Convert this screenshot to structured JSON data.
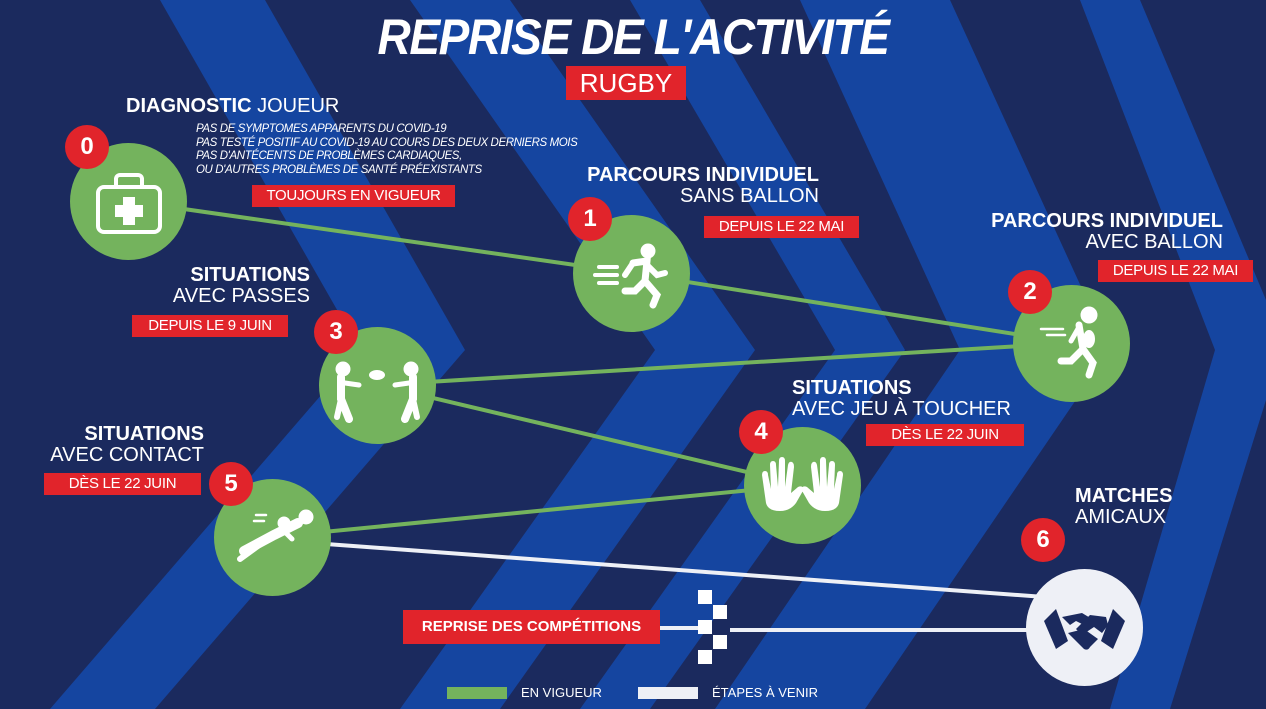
{
  "header": {
    "title": "REPRISE DE L'ACTIVITÉ",
    "subtitle": "RUGBY"
  },
  "colors": {
    "background_dark": "#1b2a5e",
    "chevron_blue": "#1545a0",
    "node_green": "#74b35d",
    "badge_red": "#e1242b",
    "future_white": "#eef0f6",
    "icon_navy": "#1b2a5e"
  },
  "steps": [
    {
      "number": "0",
      "title_bold": "DIAGNOSTIC",
      "title_regular": "JOUEUR",
      "notes": [
        "PAS DE SYMPTOMES APPARENTS DU COVID-19",
        "PAS TESTÉ POSITIF AU COVID-19 AU COURS DES DEUX DERNIERS MOIS",
        "PAS D'ANTÉCENTS DE PROBLÈMES CARDIAQUES,",
        "OU D'AUTRES PROBLÈMES DE SANTÉ PRÉEXISTANTS"
      ],
      "status": "TOUJOURS EN VIGUEUR",
      "icon": "first-aid-kit-icon"
    },
    {
      "number": "1",
      "title_line1": "PARCOURS INDIVIDUEL",
      "title_line2": "SANS BALLON",
      "status": "DEPUIS LE 22 MAI",
      "icon": "running-person-icon"
    },
    {
      "number": "2",
      "title_line1": "PARCOURS INDIVIDUEL",
      "title_line2": "AVEC BALLON",
      "status": "DEPUIS LE 22 MAI",
      "icon": "rugby-runner-with-ball-icon"
    },
    {
      "number": "3",
      "title_line1": "SITUATIONS",
      "title_line2": "AVEC PASSES",
      "status": "DEPUIS LE 9 JUIN",
      "icon": "rugby-passing-players-icon"
    },
    {
      "number": "4",
      "title_line1": "SITUATIONS",
      "title_line2": "AVEC JEU À TOUCHER",
      "status": "DÈS LE 22 JUIN",
      "icon": "two-hands-icon"
    },
    {
      "number": "5",
      "title_line1": "SITUATIONS",
      "title_line2": "AVEC CONTACT",
      "status": "DÈS LE 22 JUIN",
      "icon": "rugby-tackle-icon"
    },
    {
      "number": "6",
      "title_line1": "MATCHES",
      "title_line2": "AMICAUX",
      "icon": "handshake-icon"
    }
  ],
  "competition": {
    "label": "REPRISE DES COMPÉTITIONS",
    "icon": "checkered-flag-icon"
  },
  "legend": [
    {
      "color": "#74b35d",
      "label": "EN VIGUEUR"
    },
    {
      "color": "#eef0f6",
      "label": "ÉTAPES À VENIR"
    }
  ]
}
